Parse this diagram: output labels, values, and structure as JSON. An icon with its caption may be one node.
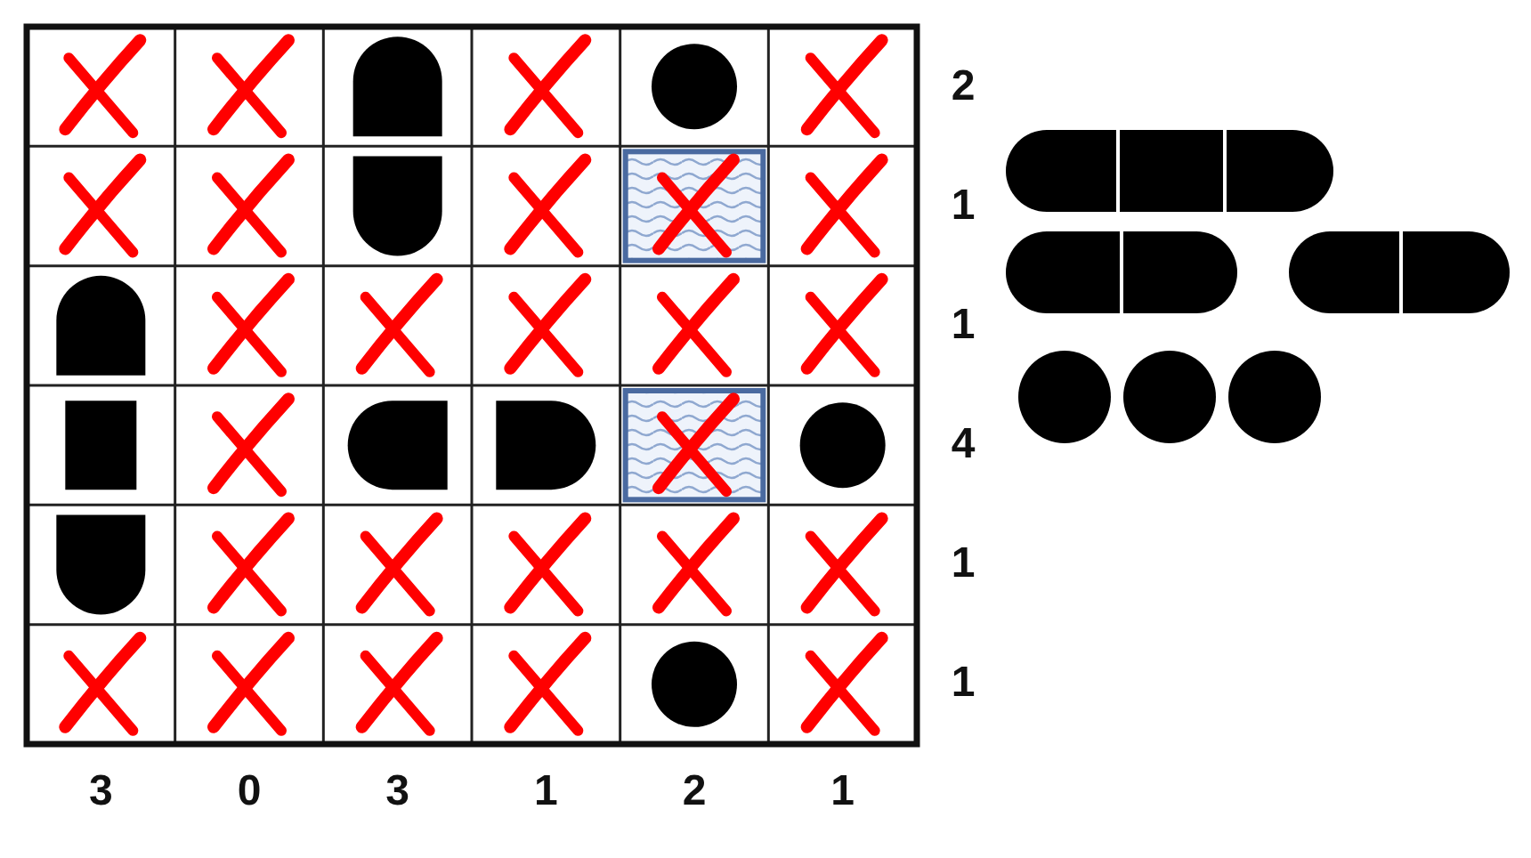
{
  "diagram": {
    "labels": [
      "2",
      "1",
      "1",
      "4",
      "1",
      "1",
      "3",
      "0",
      "3",
      "1",
      "2",
      "1"
    ]
  }
}
